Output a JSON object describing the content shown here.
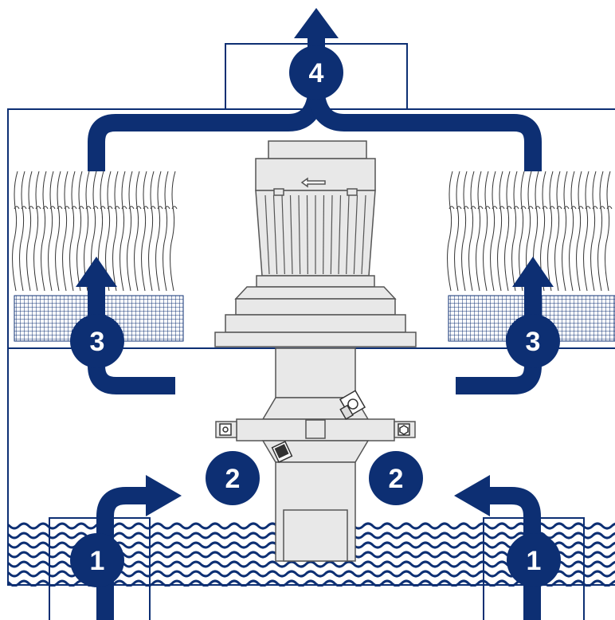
{
  "colors": {
    "flow": "#0d2f73",
    "outline": "#0d2f73",
    "machine_fill": "#e6e6e6",
    "machine_stroke": "#555555",
    "water": "#0d2f73",
    "mesh": "#0d2f73"
  },
  "steps": {
    "step1_left": "1",
    "step1_right": "1",
    "step2_left": "2",
    "step2_right": "2",
    "step3_left": "3",
    "step3_right": "3",
    "step4": "4"
  }
}
